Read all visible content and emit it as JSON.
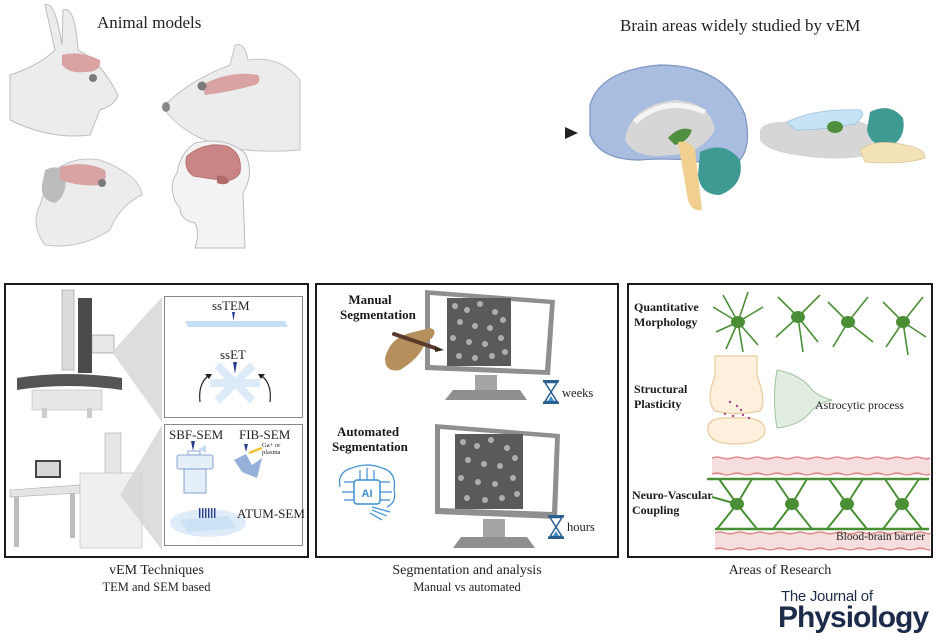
{
  "top": {
    "animal_models_title": "Animal models",
    "brain_areas_title": "Brain areas widely studied by vEM",
    "animals": [
      "rabbit",
      "rat",
      "mouse",
      "human"
    ]
  },
  "panels": [
    {
      "caption": "vEM Techniques",
      "subcaption": "TEM and SEM based",
      "techniques": {
        "sstem": "ssTEM",
        "sset": "ssET",
        "sbf_sem": "SBF-SEM",
        "fib_sem": "FIB-SEM",
        "fib_beam": "Ga+ or plasma",
        "atum_sem": "ATUM-SEM"
      }
    },
    {
      "caption": "Segmentation and analysis",
      "subcaption": "Manual vs automated",
      "manual_label_1": "Manual",
      "manual_label_2": "Segmentation",
      "manual_time": "weeks",
      "auto_label_1": "Automated",
      "auto_label_2": "Segmentation",
      "auto_time": "hours",
      "ai_chip": "AI"
    },
    {
      "caption": "Areas of Research",
      "morphology_1": "Quantitative",
      "morphology_2": "Morphology",
      "plasticity_1": "Structural",
      "plasticity_2": "Plasticity",
      "astro_label": "Astrocytic process",
      "nvc_1": "Neuro-Vascular",
      "nvc_2": "Coupling",
      "bbb_label": "Blood-brain barrier"
    }
  ],
  "journal": {
    "line1": "The Journal of",
    "line2": "Physiology"
  },
  "colors": {
    "brain_pink": "#d9a3a3",
    "cortex_blue": "#a9bde0",
    "hippo_green": "#4f8f3f",
    "cerebellum_teal": "#3f9a94",
    "brainstem_tan": "#f0cf8f",
    "neuron_green": "#4a8f35",
    "vessel_pink": "#f6dcdc",
    "journal_navy": "#1d2c4a"
  }
}
